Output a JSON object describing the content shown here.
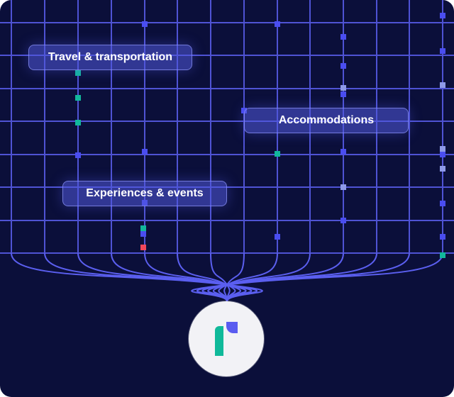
{
  "categories": {
    "travel": "Travel & transportation",
    "accommodations": "Accommodations",
    "experiences": "Experiences & events"
  },
  "logo": {
    "icon": "brand-logo-icon",
    "colors": {
      "bar": "#10b99a",
      "flag": "#5a5cf0"
    }
  },
  "colors": {
    "background": "#0b0f3a",
    "grid_line": "#5b5ff0",
    "node_blue": "#4a4df0",
    "node_green": "#12b79b",
    "node_light": "#8f9ae8",
    "node_red": "#f0475a"
  }
}
